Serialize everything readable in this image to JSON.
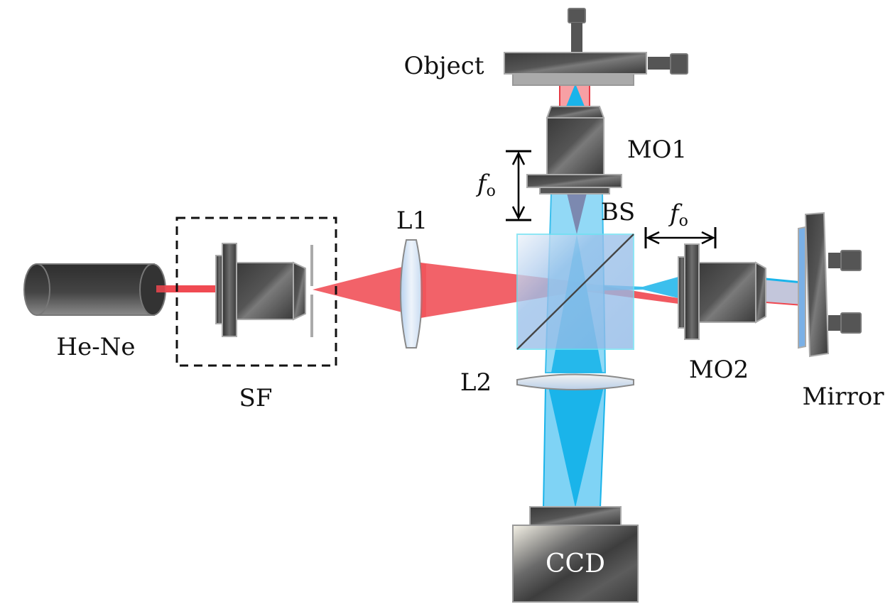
{
  "diagram": {
    "type": "optical-setup",
    "components": {
      "laser": {
        "label": "He-Ne"
      },
      "spatial_filter": {
        "label": "SF"
      },
      "lens1": {
        "label": "L1"
      },
      "beam_splitter": {
        "label": "BS"
      },
      "objective1": {
        "label": "MO1"
      },
      "objective2": {
        "label": "MO2"
      },
      "object": {
        "label": "Object"
      },
      "mirror": {
        "label": "Mirror"
      },
      "lens2": {
        "label": "L2"
      },
      "camera": {
        "label": "CCD"
      }
    },
    "dimensions": {
      "focal_vertical": {
        "symbol": "f",
        "subscript": "o"
      },
      "focal_horizontal": {
        "symbol": "f",
        "subscript": "o"
      }
    },
    "colors": {
      "laser_red": "#f0474f",
      "beam_blue": "#1ab4ea",
      "beam_light_blue": "#7fd3f5",
      "splitter_fill": "#8fb8e6",
      "metal_dark": "#3c3c3c",
      "metal_edge": "#a8a8a8"
    }
  }
}
